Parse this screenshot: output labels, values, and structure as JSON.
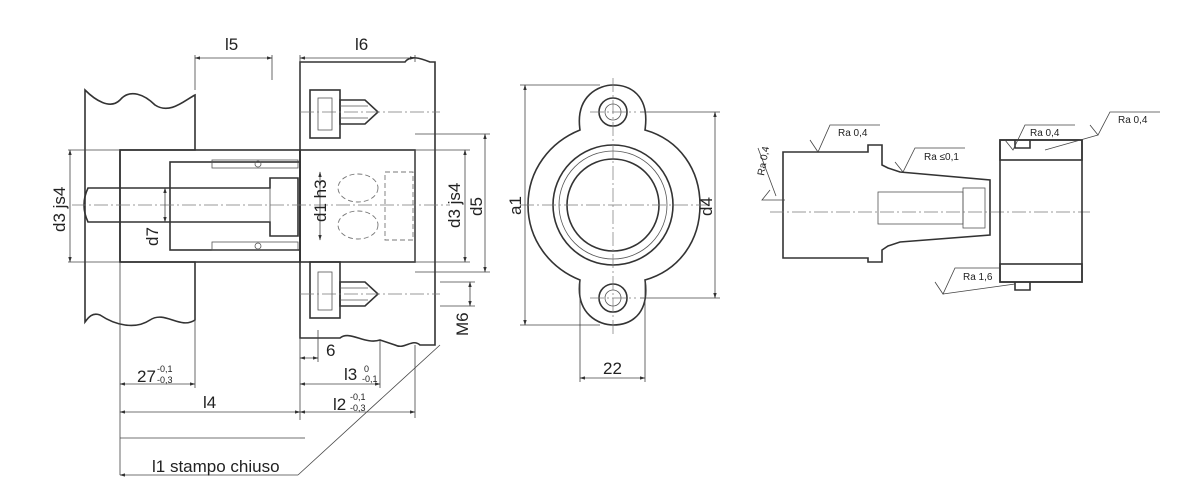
{
  "dimensions": {
    "l5": "l5",
    "l6": "l6",
    "d3_left": "d3 js4",
    "d7": "d7",
    "d1": "d1 h3",
    "d3_right": "d3 js4",
    "d5": "d5",
    "m6": "M6",
    "six": "6",
    "l3": "l3",
    "l3_tol_upper": "0",
    "l3_tol_lower": "-0,1",
    "twenty_seven": "27",
    "twenty_seven_tol_upper": "-0,1",
    "twenty_seven_tol_lower": "-0,3",
    "l4": "l4",
    "l2": "l2",
    "l2_tol_upper": "-0,1",
    "l2_tol_lower": "-0,3",
    "l1": "l1 stampo chiuso",
    "a1": "a1",
    "d4": "d4",
    "twenty_two": "22"
  },
  "surface_finish": {
    "ra_top_left": "Ra 0,4",
    "ra_side": "Ra 0,4",
    "ra_mid": "Ra ≤0,1",
    "ra_bottom": "Ra 1,6",
    "ra_sleeve_top": "Ra 0,4",
    "ra_far_right": "Ra 0,4"
  }
}
